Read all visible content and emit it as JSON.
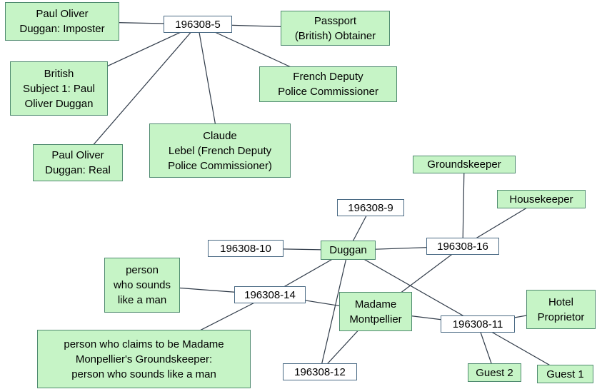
{
  "diagram": {
    "nodes": [
      {
        "id": "n5",
        "kind": "event",
        "label": "196308-5"
      },
      {
        "id": "imposter",
        "kind": "entity",
        "label": "Paul Oliver\nDuggan: Imposter"
      },
      {
        "id": "passport",
        "kind": "entity",
        "label": "Passport\n(British) Obtainer"
      },
      {
        "id": "british",
        "kind": "entity",
        "label": "British\nSubject 1: Paul\nOliver Duggan"
      },
      {
        "id": "frenchdep",
        "kind": "entity",
        "label": "French Deputy\nPolice Commissioner"
      },
      {
        "id": "claude",
        "kind": "entity",
        "label": "Claude\nLebel (French Deputy\nPolice Commissioner)"
      },
      {
        "id": "real",
        "kind": "entity",
        "label": "Paul Oliver\nDuggan: Real"
      },
      {
        "id": "grounds",
        "kind": "entity",
        "label": "Groundskeeper"
      },
      {
        "id": "house",
        "kind": "entity",
        "label": "Housekeeper"
      },
      {
        "id": "n9",
        "kind": "event",
        "label": "196308-9"
      },
      {
        "id": "n10",
        "kind": "event",
        "label": "196308-10"
      },
      {
        "id": "duggan",
        "kind": "entity",
        "label": "Duggan"
      },
      {
        "id": "n16",
        "kind": "event",
        "label": "196308-16"
      },
      {
        "id": "person",
        "kind": "entity",
        "label": "person\nwho sounds\nlike a man"
      },
      {
        "id": "n14",
        "kind": "event",
        "label": "196308-14"
      },
      {
        "id": "madame",
        "kind": "entity",
        "label": "Madame\nMontpellier"
      },
      {
        "id": "hotel",
        "kind": "entity",
        "label": "Hotel\nProprietor"
      },
      {
        "id": "n11",
        "kind": "event",
        "label": "196308-11"
      },
      {
        "id": "claims",
        "kind": "entity",
        "label": "person who claims to be Madame\nMonpellier's Groundskeeper:\nperson who sounds like a man"
      },
      {
        "id": "n12",
        "kind": "event",
        "label": "196308-12"
      },
      {
        "id": "guest2",
        "kind": "entity",
        "label": "Guest 2"
      },
      {
        "id": "guest1",
        "kind": "entity",
        "label": "Guest 1"
      }
    ],
    "edges": [
      [
        "n5",
        "imposter"
      ],
      [
        "n5",
        "passport"
      ],
      [
        "n5",
        "british"
      ],
      [
        "n5",
        "frenchdep"
      ],
      [
        "n5",
        "claude"
      ],
      [
        "n5",
        "real"
      ],
      [
        "n10",
        "duggan"
      ],
      [
        "n9",
        "duggan"
      ],
      [
        "duggan",
        "n16"
      ],
      [
        "n16",
        "grounds"
      ],
      [
        "n16",
        "house"
      ],
      [
        "n16",
        "madame"
      ],
      [
        "duggan",
        "n14"
      ],
      [
        "duggan",
        "n11"
      ],
      [
        "duggan",
        "n12"
      ],
      [
        "person",
        "n14"
      ],
      [
        "n14",
        "madame"
      ],
      [
        "n14",
        "claims"
      ],
      [
        "madame",
        "n11"
      ],
      [
        "madame",
        "n12"
      ],
      [
        "n11",
        "hotel"
      ],
      [
        "n11",
        "guest2"
      ],
      [
        "n11",
        "guest1"
      ]
    ],
    "colors": {
      "entity_fill": "#c6f4c6",
      "entity_border": "#4f8a6f",
      "event_fill": "#ffffff",
      "event_border": "#4a6a84",
      "edge": "#2f3a48"
    }
  }
}
